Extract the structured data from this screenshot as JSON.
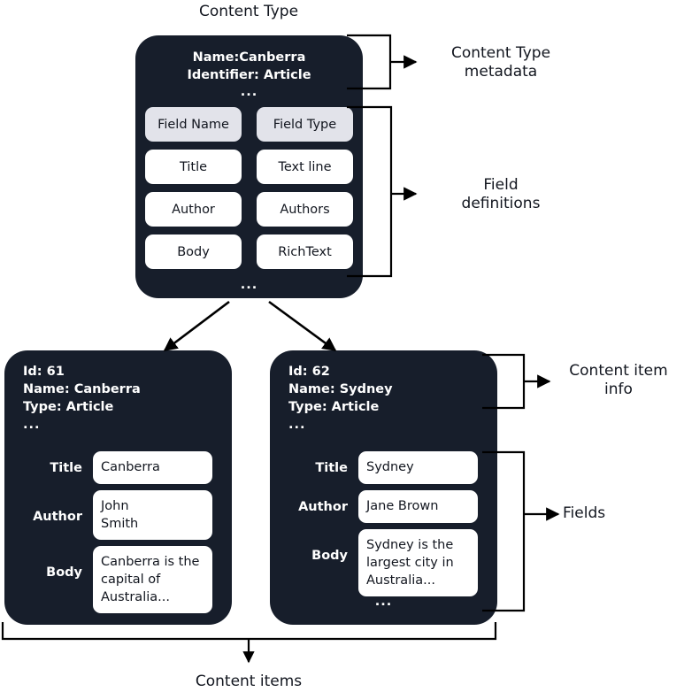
{
  "diagram": {
    "title": "Content Type",
    "footer_label": "Content items",
    "side_labels": {
      "content_type_metadata": "Content Type\nmetadata",
      "field_definitions": "Field\ndefinitions",
      "content_item_info": "Content item\ninfo",
      "fields": "Fields"
    },
    "colors": {
      "card_background": "#171e2b",
      "card_text": "#ffffff",
      "chip_background": "#ffffff",
      "chip_header_background": "#e2e3ea",
      "chip_text": "#12161f",
      "page_background": "#ffffff",
      "line": "#000000"
    }
  },
  "content_type": {
    "metadata": "Name:Canberra\nIdentifier: Article",
    "metadata_ellipsis": "...",
    "bottom_ellipsis": "...",
    "columns": [
      "Field Name",
      "Field Type"
    ],
    "rows": [
      {
        "name": "Title",
        "type": "Text line"
      },
      {
        "name": "Author",
        "type": "Authors"
      },
      {
        "name": "Body",
        "type": "RichText"
      }
    ]
  },
  "content_items": [
    {
      "info": "Id: 61\nName: Canberra\nType: Article",
      "info_ellipsis": "...",
      "bottom_ellipsis": "...",
      "fields": [
        {
          "label": "Title",
          "value": "Canberra"
        },
        {
          "label": "Author",
          "value": "John\nSmith"
        },
        {
          "label": "Body",
          "value": "Canberra is the\ncapital of\nAustralia..."
        }
      ]
    },
    {
      "info": "Id: 62\nName: Sydney\nType: Article",
      "info_ellipsis": "...",
      "bottom_ellipsis": "...",
      "fields": [
        {
          "label": "Title",
          "value": "Sydney"
        },
        {
          "label": "Author",
          "value": "Jane Brown"
        },
        {
          "label": "Body",
          "value": "Sydney is the\nlargest city in\nAustralia..."
        }
      ]
    }
  ]
}
